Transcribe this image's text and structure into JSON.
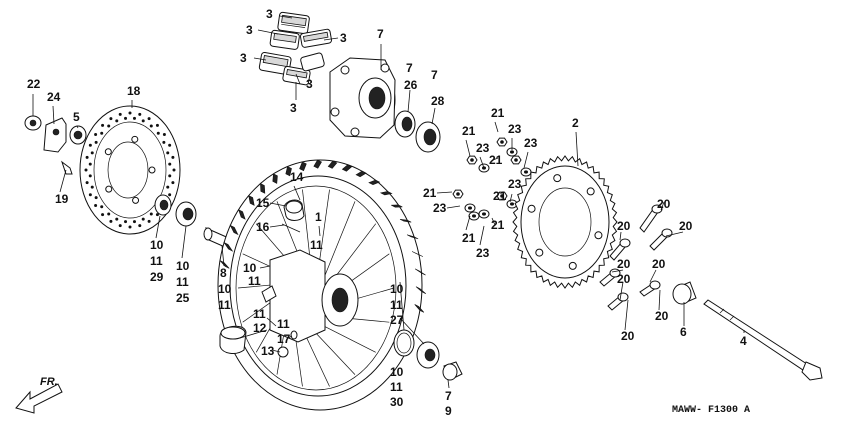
{
  "diagram": {
    "code": "MAWW- F1300 A",
    "direction_label": "FR.",
    "callouts": [
      {
        "text": "3"
      },
      {
        "text": "3"
      },
      {
        "text": "3"
      },
      {
        "text": "3"
      },
      {
        "text": "3"
      },
      {
        "text": "3"
      },
      {
        "text": "7"
      },
      {
        "text": "7"
      },
      {
        "text": "26"
      },
      {
        "text": "7"
      },
      {
        "text": "28"
      },
      {
        "text": "22"
      },
      {
        "text": "24"
      },
      {
        "text": "5"
      },
      {
        "text": "18"
      },
      {
        "text": "19"
      },
      {
        "text": "21"
      },
      {
        "text": "21"
      },
      {
        "text": "23"
      },
      {
        "text": "21"
      },
      {
        "text": "23"
      },
      {
        "text": "23"
      },
      {
        "text": "2"
      },
      {
        "text": "21"
      },
      {
        "text": "23"
      },
      {
        "text": "21"
      },
      {
        "text": "23"
      },
      {
        "text": "21"
      },
      {
        "text": "21"
      },
      {
        "text": "23"
      },
      {
        "text": "14"
      },
      {
        "text": "15"
      },
      {
        "text": "16"
      },
      {
        "text": "1"
      },
      {
        "text": "11"
      },
      {
        "text": "10"
      },
      {
        "text": "11"
      },
      {
        "text": "29"
      },
      {
        "text": "10"
      },
      {
        "text": "11"
      },
      {
        "text": "25"
      },
      {
        "text": "8"
      },
      {
        "text": "10"
      },
      {
        "text": "11"
      },
      {
        "text": "10"
      },
      {
        "text": "11"
      },
      {
        "text": "11"
      },
      {
        "text": "12"
      },
      {
        "text": "13"
      },
      {
        "text": "11"
      },
      {
        "text": "17"
      },
      {
        "text": "10"
      },
      {
        "text": "11"
      },
      {
        "text": "27"
      },
      {
        "text": "10"
      },
      {
        "text": "11"
      },
      {
        "text": "30"
      },
      {
        "text": "7"
      },
      {
        "text": "9"
      },
      {
        "text": "20"
      },
      {
        "text": "20"
      },
      {
        "text": "20"
      },
      {
        "text": "20"
      },
      {
        "text": "20"
      },
      {
        "text": "20"
      },
      {
        "text": "20"
      },
      {
        "text": "20"
      },
      {
        "text": "6"
      },
      {
        "text": "4"
      }
    ]
  }
}
